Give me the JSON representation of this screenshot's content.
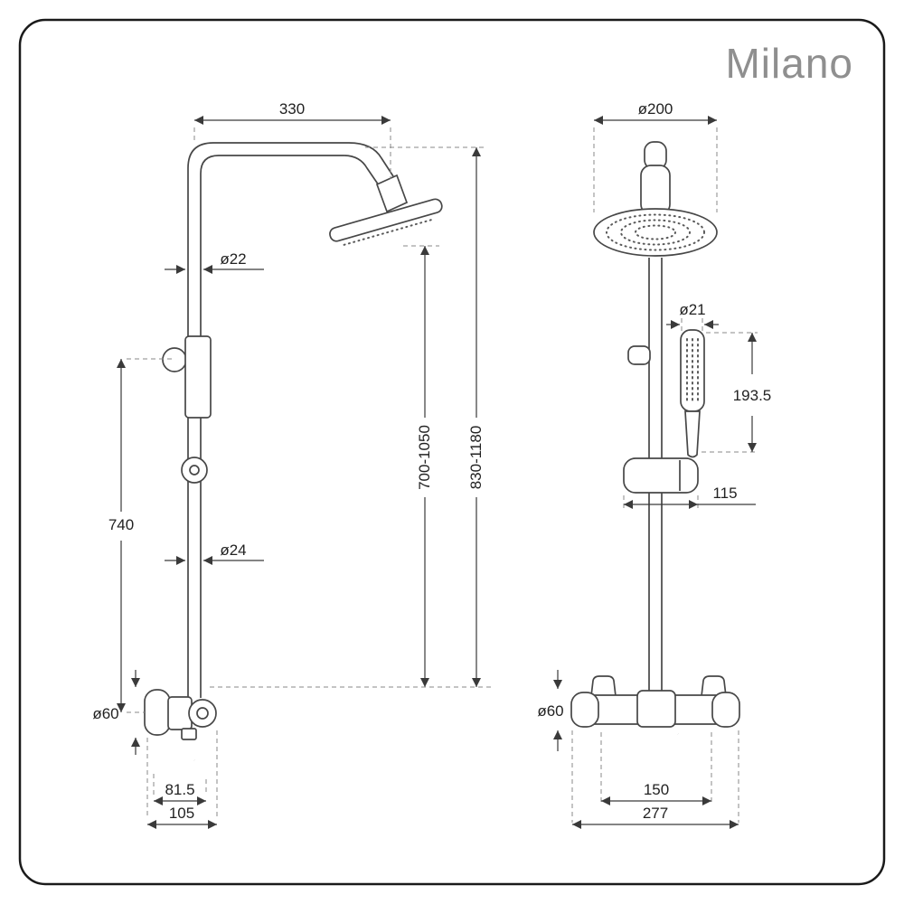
{
  "page": {
    "brand": "Milano"
  },
  "left_view": {
    "dims": {
      "top_width": "330",
      "pipe_dia_upper": "ø22",
      "wall_height": "740",
      "pipe_dia_lower": "ø24",
      "riser_range": "700-1050",
      "overall_range": "830-1180",
      "valve_dia": "ø60",
      "hose_offset_inner": "81.5",
      "hose_offset_outer": "105"
    }
  },
  "right_view": {
    "dims": {
      "head_dia": "ø200",
      "handset_dia": "ø21",
      "handset_length": "193.5",
      "bracket_width": "115",
      "valve_dia": "ø60",
      "inlet_centres": "150",
      "valve_width": "277"
    }
  }
}
